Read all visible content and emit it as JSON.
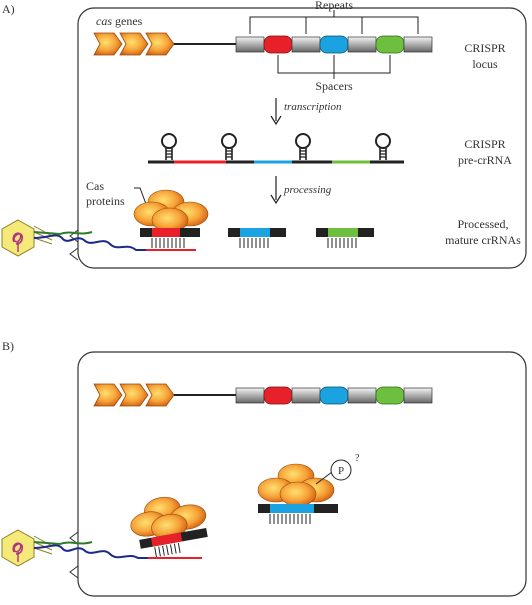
{
  "panel_a": {
    "panel_label": "A)",
    "cas_genes_italic": "cas",
    "cas_genes_rest": " genes",
    "repeats_label": "Repeats",
    "spacers_label": "Spacers",
    "crispr_locus_line1": "CRISPR",
    "crispr_locus_line2": "locus",
    "transcription_label": "transcription",
    "pre_crrna_line1": "CRISPR",
    "pre_crrna_line2": "pre-crRNA",
    "processing_label": "processing",
    "cas_proteins_line1": "Cas",
    "cas_proteins_line2": "proteins",
    "processed_line1": "Processed,",
    "processed_line2": "mature crRNAs"
  },
  "panel_b": {
    "panel_label": "B)",
    "phospho_label": "P",
    "question_mark": "?"
  },
  "colors": {
    "spacer_red": "#e8202a",
    "spacer_blue": "#1aa3e0",
    "spacer_green": "#6cbf3f",
    "cas_orange": "#f08a1a",
    "phage_yellow": "#f5e97a",
    "dna_blue": "#1c2a8c",
    "dna_green": "#2f7a2a"
  }
}
